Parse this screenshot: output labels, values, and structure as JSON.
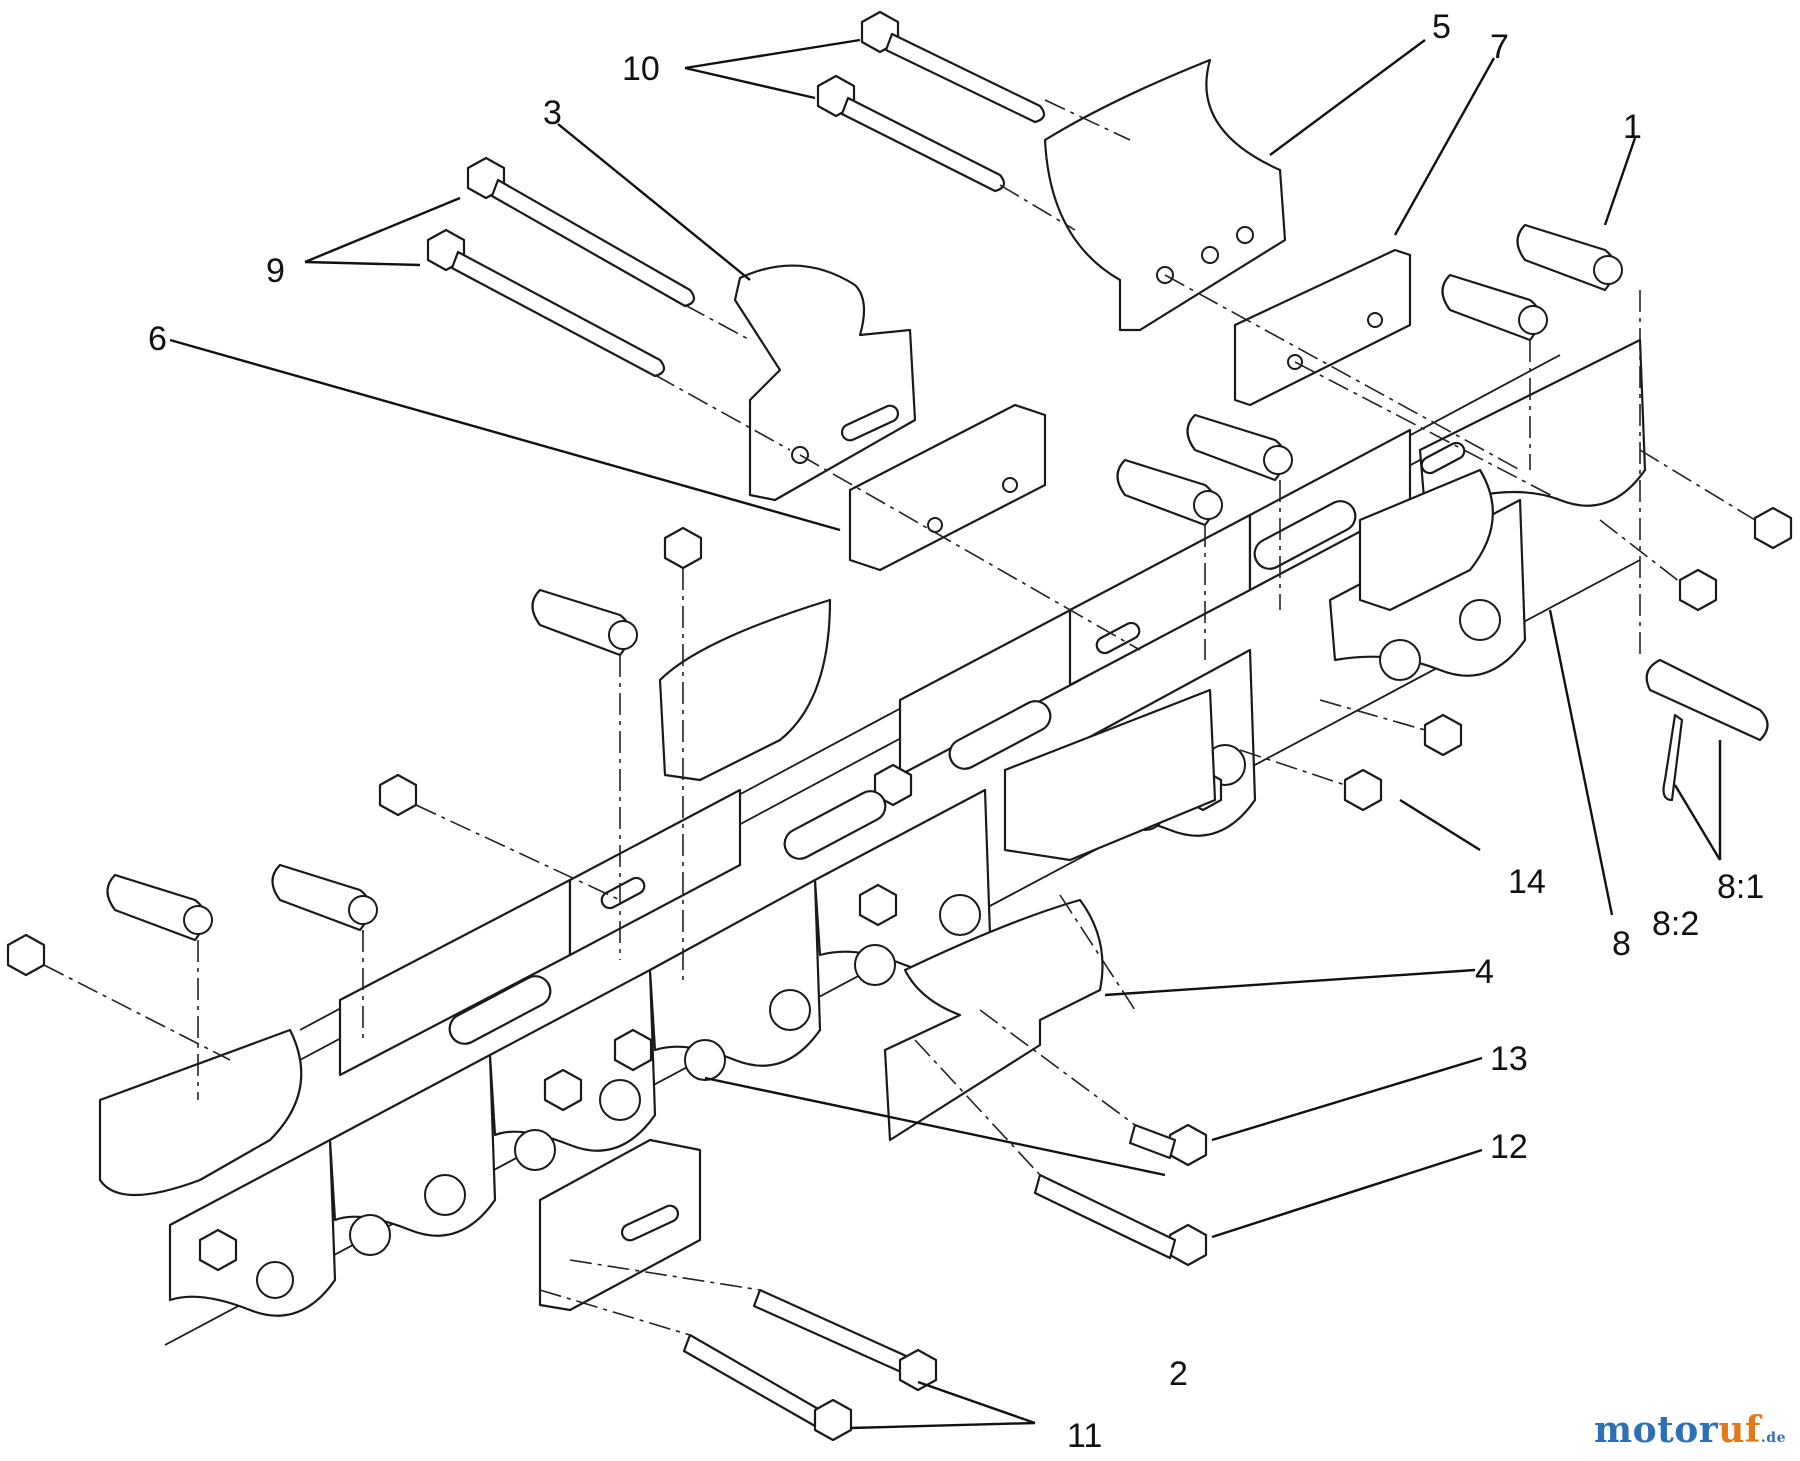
{
  "diagram": {
    "callouts": {
      "c1": "1",
      "c2": "2",
      "c3": "3",
      "c4": "4",
      "c5": "5",
      "c6": "6",
      "c7": "7",
      "c8": "8",
      "c8_1": "8:1",
      "c8_2": "8:2",
      "c9": "9",
      "c10": "10",
      "c11": "11",
      "c12": "12",
      "c13": "13",
      "c14": "14"
    }
  },
  "watermark": {
    "brand_a": "motor",
    "brand_b": "uf",
    "suffix": ".de"
  }
}
